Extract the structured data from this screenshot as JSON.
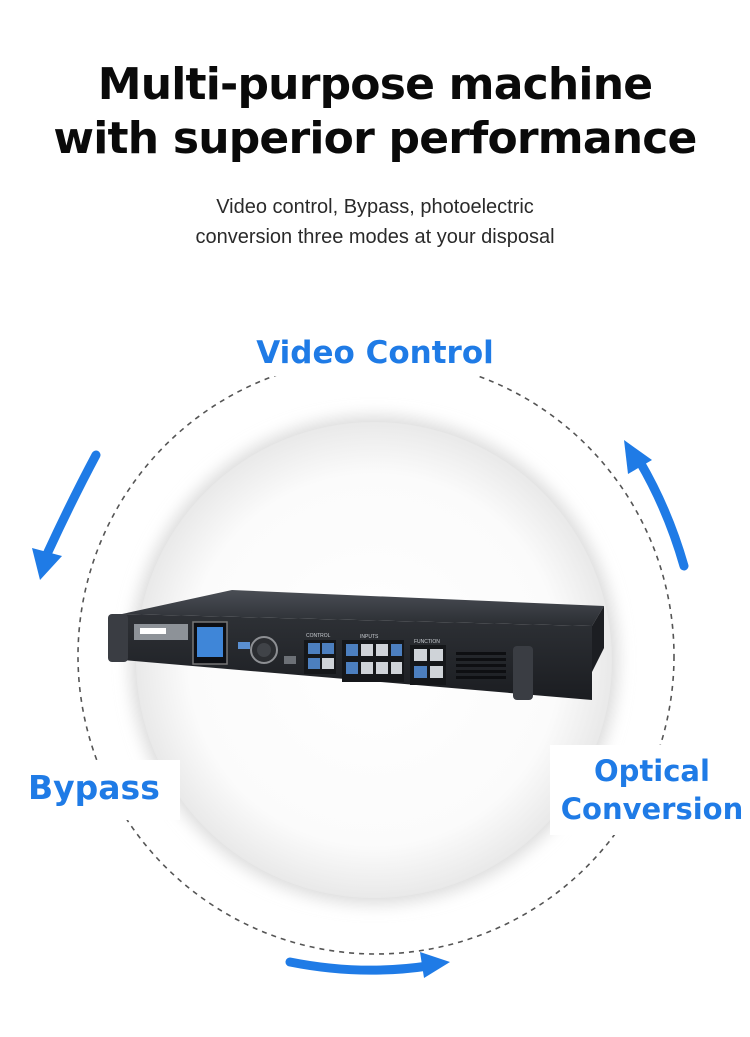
{
  "headline": {
    "line1": "Multi-purpose machine",
    "line2": "with superior performance"
  },
  "subtitle": {
    "line1": "Video control, Bypass, photoelectric",
    "line2": "conversion three modes at your disposal"
  },
  "modes": {
    "video_control": "Video Control",
    "bypass": "Bypass",
    "optical_line1": "Optical",
    "optical_line2": "Conversion"
  },
  "device": {
    "control_label": "CONTROL",
    "inputs_label": "INPUTS",
    "function_label": "FUNCTION"
  },
  "colors": {
    "accent": "#1f7be6",
    "device_body": "#2b2e33",
    "dashed_circle": "#555555"
  }
}
